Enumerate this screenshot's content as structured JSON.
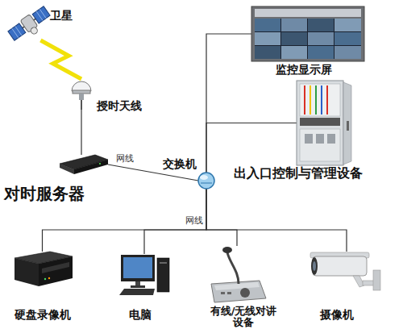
{
  "diagram": {
    "nodes": [
      {
        "text": [
          "卫星"
        ]
      },
      {
        "text": [
          "授时天线"
        ]
      },
      {
        "text": [
          "对时服务器"
        ]
      },
      {
        "text": [
          "交换机"
        ]
      },
      {
        "text": [
          "监控显示屏"
        ]
      },
      {
        "text": [
          "出入口控制与管理设备"
        ]
      },
      {
        "text": [
          "硬盘录像机"
        ]
      },
      {
        "text": [
          "电脑"
        ]
      },
      {
        "text": [
          "有线/无线对讲 设备"
        ]
      },
      {
        "text": [
          "摄像机"
        ]
      }
    ],
    "edges": [
      {
        "from": 0,
        "to": 1,
        "arrow": "none"
      },
      {
        "from": 1,
        "to": 2,
        "arrow": "none"
      },
      {
        "from": 2,
        "to": 3,
        "label": "网线",
        "arrow": "none"
      },
      {
        "from": 3,
        "to": 4,
        "arrow": "none"
      },
      {
        "from": 3,
        "to": 5,
        "arrow": "none"
      },
      {
        "from": 3,
        "to": 6,
        "label": "网线",
        "arrow": "none"
      },
      {
        "from": 3,
        "to": 7,
        "arrow": "none"
      },
      {
        "from": 3,
        "to": 8,
        "arrow": "none"
      },
      {
        "from": 3,
        "to": 9,
        "arrow": "none"
      }
    ]
  }
}
